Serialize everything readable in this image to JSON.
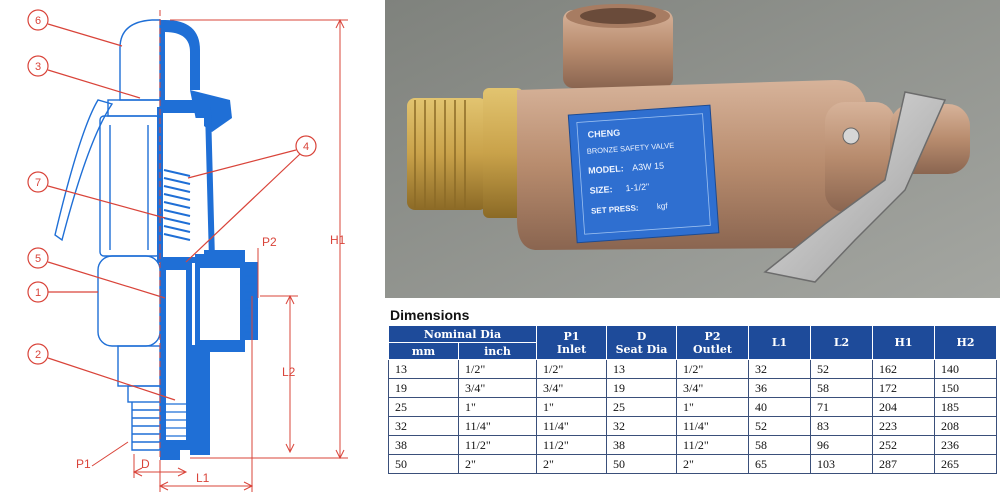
{
  "diagram": {
    "callouts": [
      "6",
      "3",
      "7",
      "5",
      "1",
      "2",
      "4"
    ],
    "dimension_labels": {
      "p2": "P2",
      "h1": "H1",
      "l2": "L2",
      "p1": "P1",
      "d": "D",
      "l1": "L1"
    }
  },
  "photo": {
    "nameplate": {
      "brand": "CHENG",
      "line1": "BRONZE SAFETY VALVE",
      "model_label": "MODEL:",
      "model_value": "A3W 15",
      "size_label": "SIZE:",
      "size_value": "1-1/2\"",
      "set_label": "SET PRESS:",
      "set_value": "kgf"
    }
  },
  "table": {
    "title": "Dimensions",
    "headers": {
      "nominal_dia": "Nominal Dia",
      "mm": "mm",
      "inch": "inch",
      "p1": "P1",
      "p1_sub": "Inlet",
      "d": "D",
      "d_sub": "Seat Dia",
      "p2": "P2",
      "p2_sub": "Outlet",
      "l1": "L1",
      "l2": "L2",
      "h1": "H1",
      "h2": "H2"
    },
    "rows": [
      {
        "mm": "13",
        "inch": "1/2\"",
        "p1": "1/2\"",
        "d": "13",
        "p2": "1/2\"",
        "l1": "32",
        "l2": "52",
        "h1": "162",
        "h2": "140"
      },
      {
        "mm": "19",
        "inch": "3/4\"",
        "p1": "3/4\"",
        "d": "19",
        "p2": "3/4\"",
        "l1": "36",
        "l2": "58",
        "h1": "172",
        "h2": "150"
      },
      {
        "mm": "25",
        "inch": "1\"",
        "p1": "1\"",
        "d": "25",
        "p2": "1\"",
        "l1": "40",
        "l2": "71",
        "h1": "204",
        "h2": "185"
      },
      {
        "mm": "32",
        "inch": "11/4\"",
        "p1": "11/4\"",
        "d": "32",
        "p2": "11/4\"",
        "l1": "52",
        "l2": "83",
        "h1": "223",
        "h2": "208"
      },
      {
        "mm": "38",
        "inch": "11/2\"",
        "p1": "11/2\"",
        "d": "38",
        "p2": "11/2\"",
        "l1": "58",
        "l2": "96",
        "h1": "252",
        "h2": "236"
      },
      {
        "mm": "50",
        "inch": "2\"",
        "p1": "2\"",
        "d": "50",
        "p2": "2\"",
        "l1": "65",
        "l2": "103",
        "h1": "287",
        "h2": "265"
      }
    ]
  },
  "colors": {
    "diagram_blue": "#1f6fd6",
    "line_red": "#d9443a",
    "header_blue": "#1e4b9a",
    "bronze": "#b88c6e",
    "brass": "#c9a24a",
    "plate_blue": "#2f6fd0"
  }
}
